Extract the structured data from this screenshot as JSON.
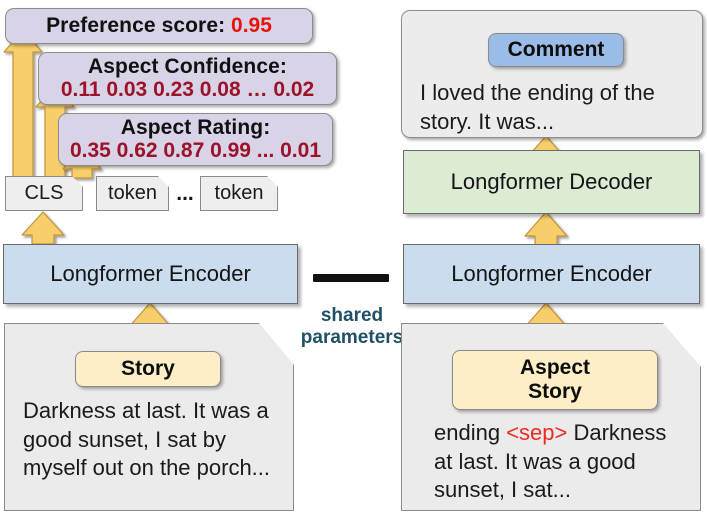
{
  "diagram": {
    "title": "Longformer aspect-based preference and comment generation architecture",
    "colors": {
      "lavender": "#d9d3e8",
      "encoder_blue": "#cbdcef",
      "decoder_green": "#dcebd4",
      "document_grey": "#ececec",
      "arrow_yellow": "#f7ce6b",
      "arrow_yellow_edge": "#c59a3c",
      "preference_red": "#e8140b",
      "value_dark_red": "#9c1228",
      "sep_red": "#ee2b20",
      "shared_teal": "#1f5066",
      "comment_tag_blue": "#9cbce8",
      "story_tag_cream": "#fdeec8"
    }
  },
  "left": {
    "preference": {
      "label": "Preference score:",
      "value": "0.95"
    },
    "aspect_confidence": {
      "label": "Aspect Confidence:",
      "values": "0.11 0.03 0.23 0.08 … 0.02"
    },
    "aspect_rating": {
      "label": "Aspect Rating:",
      "values": "0.35 0.62 0.87 0.99 ... 0.01"
    },
    "tokens": [
      {
        "label": "CLS"
      },
      {
        "label": "token"
      },
      {
        "label": "token"
      }
    ],
    "ellipsis": "...",
    "encoder": "Longformer Encoder",
    "story_doc": {
      "tag": "Story",
      "text": "Darkness at last.  It was a good sunset, I sat by myself out on the porch..."
    }
  },
  "center": {
    "shared_line1": "shared",
    "shared_line2": "parameters"
  },
  "right": {
    "comment_doc": {
      "tag": "Comment",
      "text": "I loved the ending of the story. It was..."
    },
    "decoder": "Longformer Decoder",
    "encoder": "Longformer Encoder",
    "aspect_story_doc": {
      "tag_line1": "Aspect",
      "tag_line2": "Story",
      "text_pre": "ending ",
      "text_sep": "<sep>",
      "text_post": " Darkness at last.  It was a good sunset, I sat..."
    }
  }
}
